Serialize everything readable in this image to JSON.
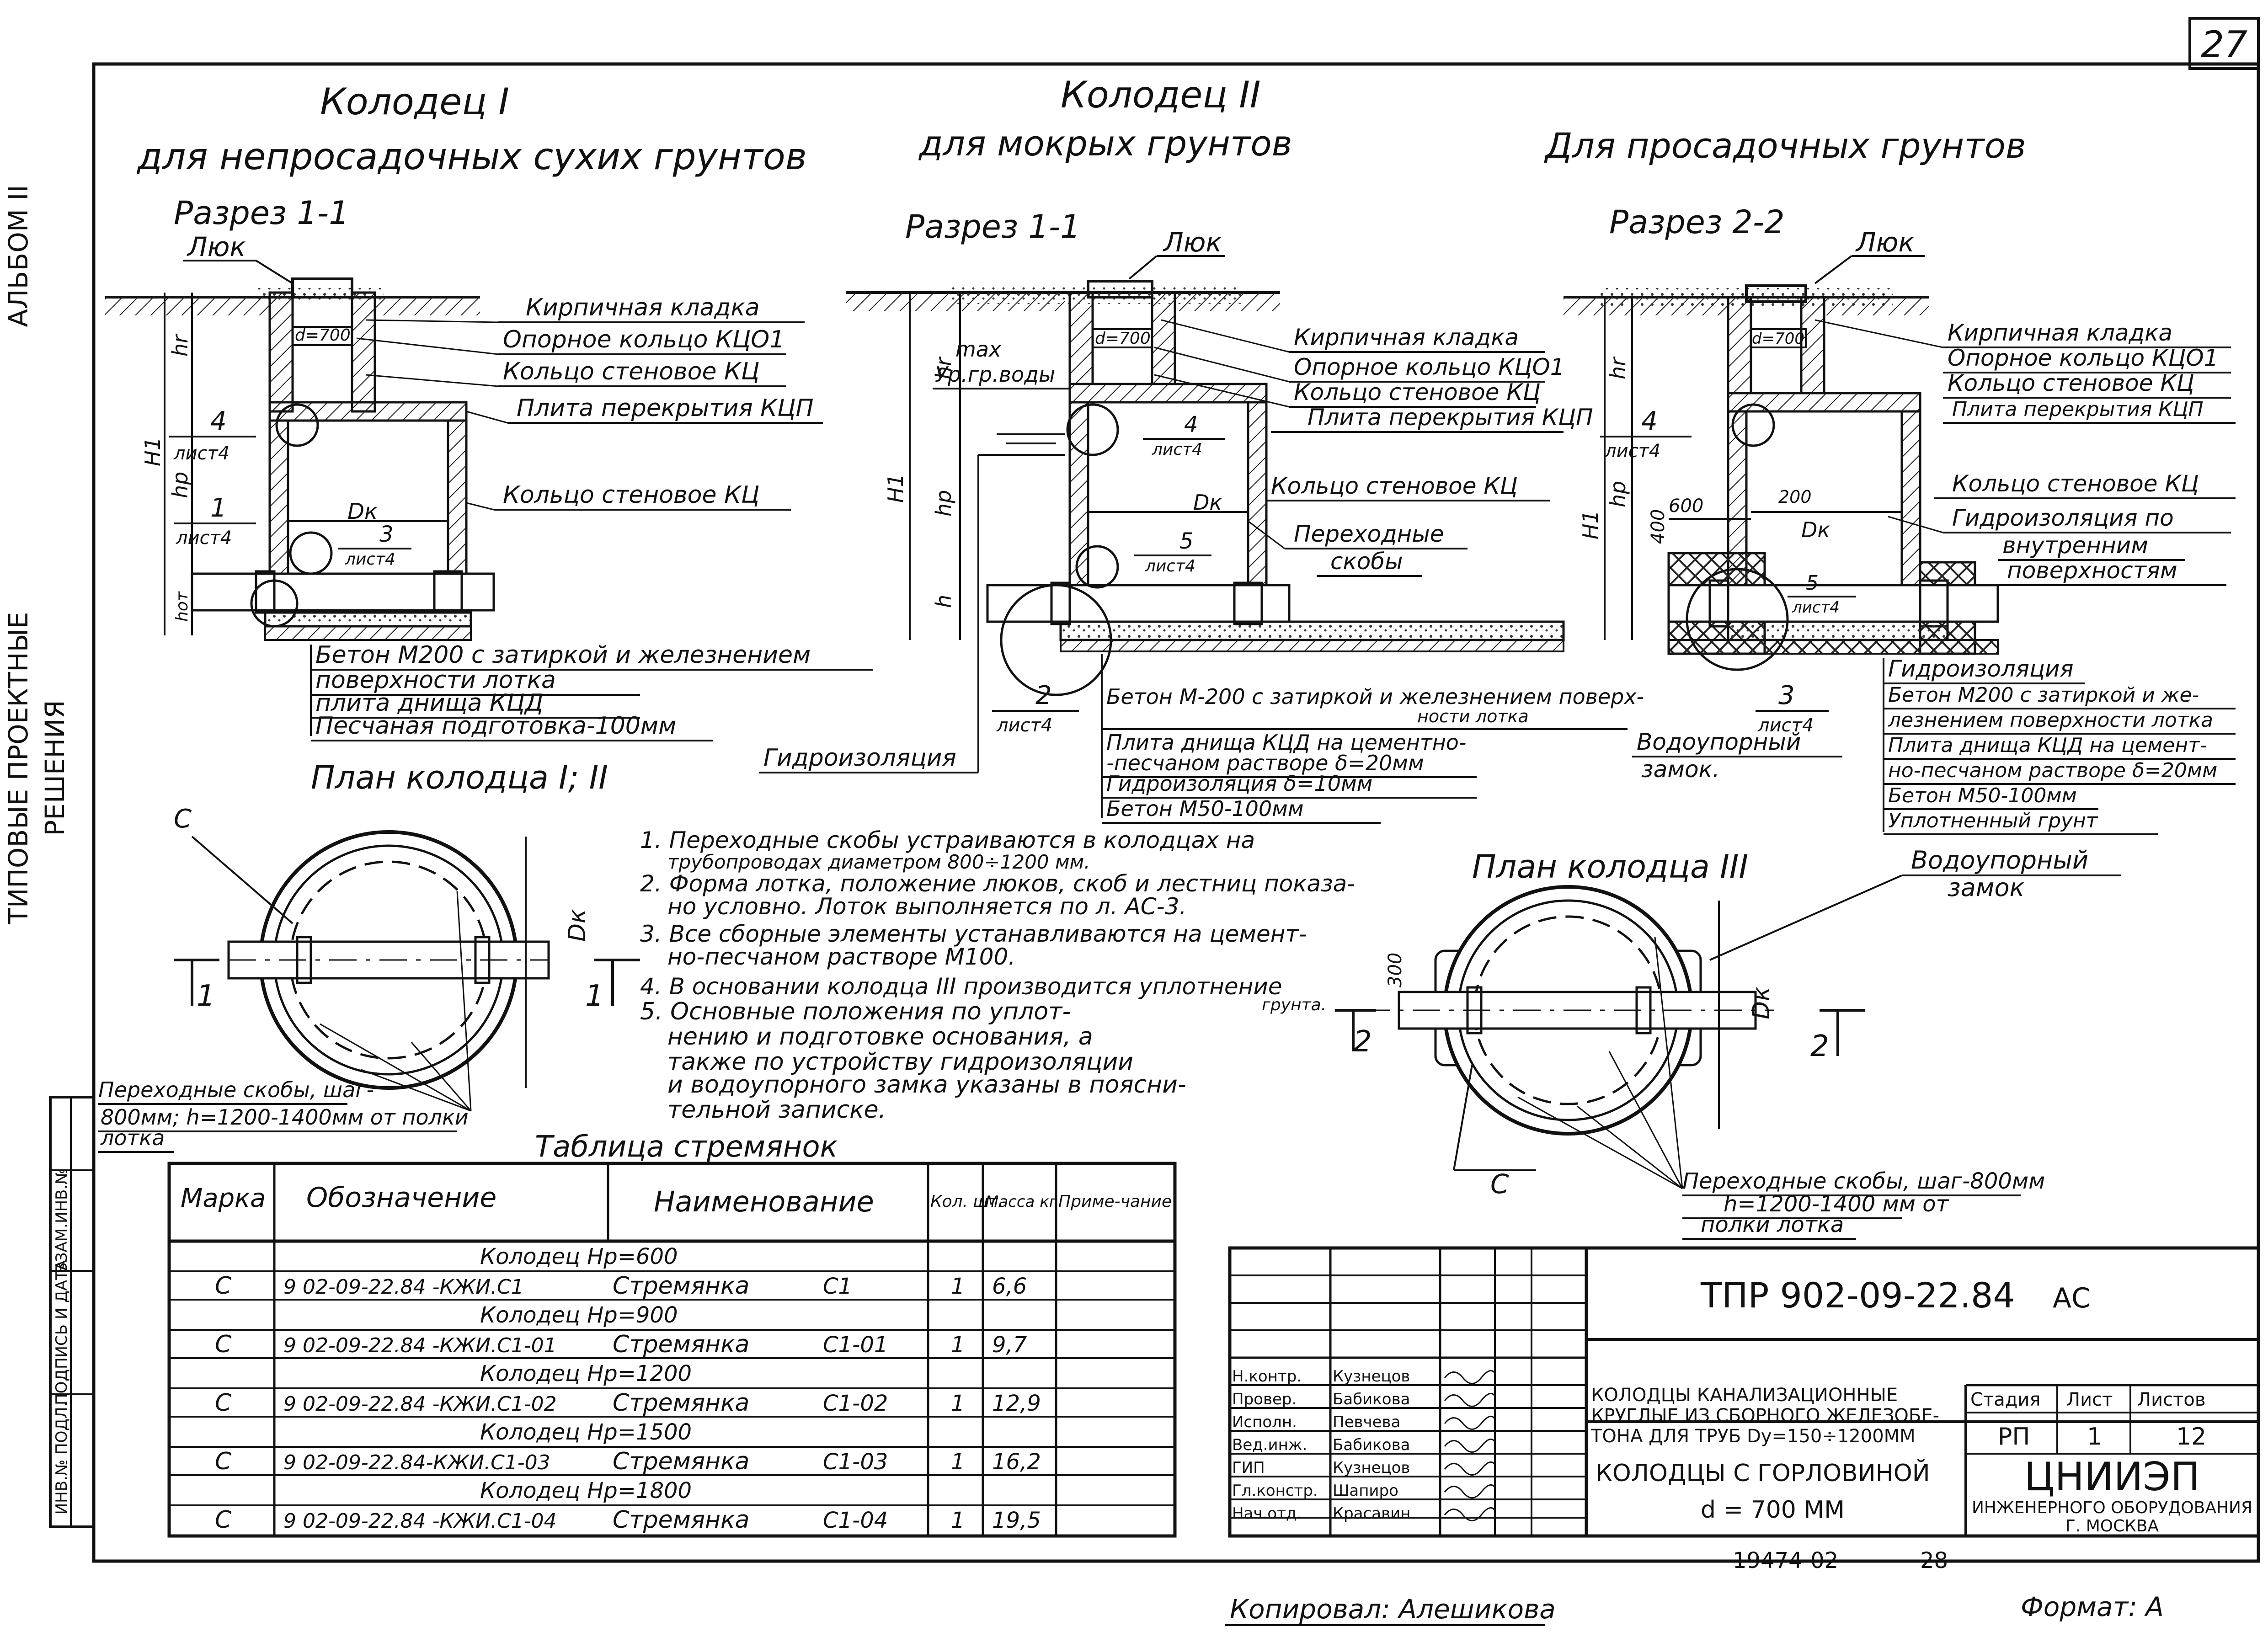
{
  "sheet_number": "27",
  "left_margin": {
    "album": "АЛЬБОМ II",
    "series": "ТИПОВЫЕ ПРОЕКТНЫЕ",
    "series2": "РЕШЕНИЯ",
    "stamp_labels": [
      "ИНВ.№ ПОДЛ.",
      "ПОДПИСЬ И ДАТА",
      "ВЗАМ.ИНВ.№"
    ]
  },
  "well1": {
    "title": "Колодец I",
    "subtitle": "для непросадочных сухих грунтов",
    "section": "Разрез 1-1",
    "hatch_label": "Люк",
    "callouts": [
      "Кирпичная кладка",
      "Опорное кольцо КЦО1",
      "Кольцо стеновое КЦ",
      "Плита перекрытия КЦП",
      "Кольцо стеновое КЦ"
    ],
    "dims": {
      "hr": "hr",
      "H1": "H1",
      "hp": "hp",
      "hot": "hот",
      "d": "d=700",
      "dk": "Dк"
    },
    "refs": [
      {
        "num": "4",
        "sheet": "лист4"
      },
      {
        "num": "1",
        "sheet": "лист4"
      },
      {
        "num": "3",
        "sheet": "лист4"
      }
    ],
    "base_notes": [
      "Бетон М200 с затиркой и железнением",
      "поверхности лотка",
      "плита днища КЦД",
      "Песчаная подготовка-100мм"
    ]
  },
  "well2": {
    "title": "Колодец II",
    "subtitle": "для мокрых грунтов",
    "section": "Разрез 1-1",
    "hatch_label": "Люк",
    "water": [
      "max",
      "Ур.гр.воды"
    ],
    "callouts": [
      "Кирпичная кладка",
      "Опорное кольцо КЦО1",
      "Кольцо стеновое КЦ",
      "Плита перекрытия КЦП",
      "Кольцо стеновое КЦ",
      "Переходные",
      "скобы"
    ],
    "dims": {
      "hr": "hr",
      "H1": "H1",
      "hp": "hp",
      "h": "h",
      "d": "d=700",
      "dk": "Dк"
    },
    "refs": [
      {
        "num": "4",
        "sheet": "лист4"
      },
      {
        "num": "5",
        "sheet": "лист4"
      },
      {
        "num": "2",
        "sheet": "лист4"
      }
    ],
    "left_note": "Гидроизоляция",
    "base_notes": [
      "Бетон М-200 с затиркой и железнением поверх-",
      "ности лотка",
      "Плита днища КЦД на цементно-",
      "-песчаном растворе δ=20мм",
      "Гидроизоляция δ=10мм",
      "Бетон М50-100мм"
    ]
  },
  "well3": {
    "title": "Для просадочных грунтов",
    "section": "Разрез 2-2",
    "hatch_label": "Люк",
    "callouts": [
      "Кирпичная кладка",
      "Опорное кольцо КЦО1",
      "Кольцо стеновое КЦ",
      "Плита перекрытия КЦП",
      "Кольцо стеновое КЦ",
      "Гидроизоляция по",
      "внутренним",
      "поверхностям"
    ],
    "dims": {
      "hr": "hr",
      "H1": "H1",
      "hp": "hp",
      "d": "d=700",
      "dk": "Dк",
      "d600": "600",
      "d200": "200",
      "d400": "400"
    },
    "refs": [
      {
        "num": "4",
        "sheet": "лист4"
      },
      {
        "num": "5",
        "sheet": "лист4"
      },
      {
        "num": "3",
        "sheet": "лист4"
      }
    ],
    "left_note": [
      "Водоупорный",
      "замок."
    ],
    "base_notes": [
      "Гидроизоляция",
      "Бетон М200 с затиркой и же-",
      "лезнением поверхности лотка",
      "Плита днища КЦД на цемент-",
      "но-песчаном растворе δ=20мм",
      "Бетон М50-100мм",
      "Уплотненный грунт"
    ]
  },
  "plan12": {
    "title": "План колодца I; II",
    "label_c": "С",
    "dk": "Dк",
    "section_marks": [
      "1",
      "1"
    ],
    "note": [
      "Переходные скобы, шаг-",
      "800мм; h=1200-1400мм от полки",
      "лотка"
    ]
  },
  "plan3": {
    "title": "План колодца III",
    "label_c": "С",
    "dk": "Dк",
    "dim300": "300",
    "section_marks": [
      "2",
      "2"
    ],
    "water_lock": [
      "Водоупорный",
      "замок"
    ],
    "note": [
      "Переходные скобы, шаг-800мм",
      "h=1200-1400 мм от",
      "полки лотка"
    ]
  },
  "notes": [
    "1. Переходные скобы устраиваются в колодцах на",
    "трубопроводах диаметром 800÷1200 мм.",
    "2. Форма лотка, положение люков, скоб и лестниц показа-",
    "но условно. Лоток выполняется по л. АС-3.",
    "3. Все сборные элементы устанавливаются на цемент-",
    "но-песчаном растворе М100.",
    "4. В основании колодца III производится уплотнение",
    "5. Основные положения по уплот-",
    "нению и подготовке основания, а",
    "также по устройству гидроизоляции",
    "и водоупорного замка указаны в поясни-",
    "тельной записке."
  ],
  "notes_extra": "грунта.",
  "table": {
    "title": "Таблица стремянок",
    "headers": [
      "Марка",
      "Обозначение",
      "Наименование",
      "Кол. шт.",
      "Масса кг",
      "Приме-чание"
    ],
    "groups": [
      {
        "group": "Колодец Hp=600",
        "mark": "С",
        "designation": "9 02-09-22.84 -КЖИ.С1",
        "name": "Стремянка",
        "name_mark": "С1",
        "qty": "1",
        "mass": "6,6"
      },
      {
        "group": "Колодец Hp=900",
        "mark": "С",
        "designation": "9 02-09-22.84 -КЖИ.С1-01",
        "name": "Стремянка",
        "name_mark": "С1-01",
        "qty": "1",
        "mass": "9,7"
      },
      {
        "group": "Колодец Hp=1200",
        "mark": "С",
        "designation": "9 02-09-22.84 -КЖИ.С1-02",
        "name": "Стремянка",
        "name_mark": "С1-02",
        "qty": "1",
        "mass": "12,9"
      },
      {
        "group": "Колодец Hp=1500",
        "mark": "С",
        "designation": "9 02-09-22.84-КЖИ.С1-03",
        "name": "Стремянка",
        "name_mark": "С1-03",
        "qty": "1",
        "mass": "16,2"
      },
      {
        "group": "Колодец Hp=1800",
        "mark": "С",
        "designation": "9 02-09-22.84 -КЖИ.С1-04",
        "name": "Стремянка",
        "name_mark": "С1-04",
        "qty": "1",
        "mass": "19,5"
      }
    ]
  },
  "titleblock": {
    "code": "ТПР 902-09-22.84",
    "suffix": "АС",
    "staff": [
      {
        "role": "Н.контр.",
        "name": "Кузнецов"
      },
      {
        "role": "Провер.",
        "name": "Бабикова"
      },
      {
        "role": "Исполн.",
        "name": "Певчева"
      },
      {
        "role": "Вед.инж.",
        "name": "Бабикова"
      },
      {
        "role": "ГИП",
        "name": "Кузнецов"
      },
      {
        "role": "Гл.констр.",
        "name": "Шапиро"
      },
      {
        "role": "Нач.отд.",
        "name": "Красавин"
      }
    ],
    "description": [
      "КОЛОДЦЫ КАНАЛИЗАЦИОННЫЕ",
      "КРУГЛЫЕ ИЗ СБОРНОГО ЖЕЛЕЗОБЕ-",
      "ТОНА ДЛЯ ТРУБ Dу=150÷1200ММ"
    ],
    "sheet_title": [
      "КОЛОДЦЫ С ГОРЛОВИНОЙ",
      "d = 700 ММ"
    ],
    "stage_header": "Стадия",
    "sheet_header": "Лист",
    "sheets_header": "Листов",
    "stage": "РП",
    "sheet": "1",
    "sheets": "12",
    "org": "ЦНИИЭП",
    "org2": "ИНЖЕНЕРНОГО ОБОРУДОВАНИЯ",
    "org3": "Г. МОСКВА"
  },
  "footer": {
    "number": "19474-02",
    "page": "28",
    "copied": "Копировал: Алешикова",
    "format": "Формат: А"
  }
}
